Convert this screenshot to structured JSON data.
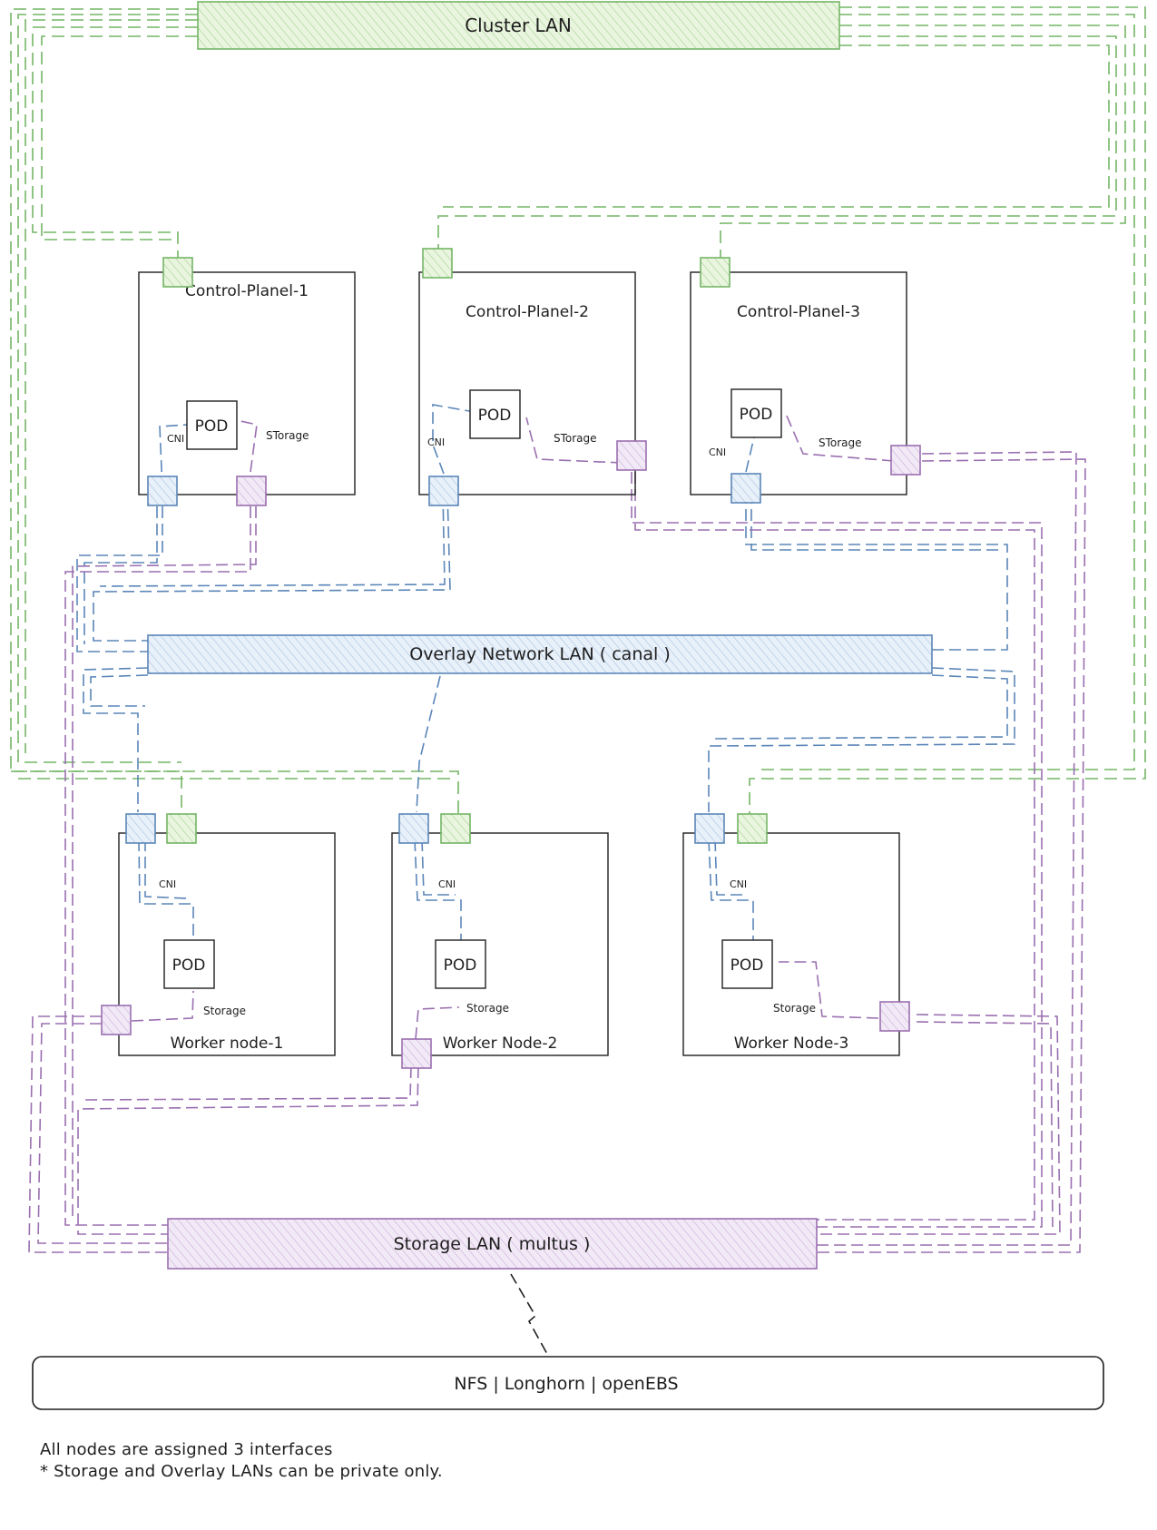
{
  "networks": {
    "cluster_lan": "Cluster LAN",
    "overlay_lan": "Overlay Network LAN ( canal )",
    "storage_lan": "Storage LAN ( multus )"
  },
  "storage_backend": "NFS | Longhorn | openEBS",
  "control_planes": [
    {
      "name": "Control-Planel-1",
      "pod": "POD",
      "cni": "CNI",
      "storage": "STorage"
    },
    {
      "name": "Control-Planel-2",
      "pod": "POD",
      "cni": "CNI",
      "storage": "STorage"
    },
    {
      "name": "Control-Planel-3",
      "pod": "POD",
      "cni": "CNI",
      "storage": "STorage"
    }
  ],
  "workers": [
    {
      "name": "Worker node-1",
      "pod": "POD",
      "cni": "CNI",
      "storage": "Storage"
    },
    {
      "name": "Worker Node-2",
      "pod": "POD",
      "cni": "CNI",
      "storage": "Storage"
    },
    {
      "name": "Worker Node-3",
      "pod": "POD",
      "cni": "CNI",
      "storage": "Storage"
    }
  ],
  "notes": {
    "line1": "All nodes are assigned 3 interfaces",
    "line2": "* Storage and Overlay LANs can be private only."
  },
  "colors": {
    "green": "#74b566",
    "green_fill": "#dcedc8",
    "blue": "#5b86b8",
    "blue_fill": "#dbe8f5",
    "purple": "#9a6fb0",
    "purple_fill": "#e8dcef",
    "ink": "#1e1e1e"
  },
  "icons": {
    "interface_port": "hatched-square"
  }
}
